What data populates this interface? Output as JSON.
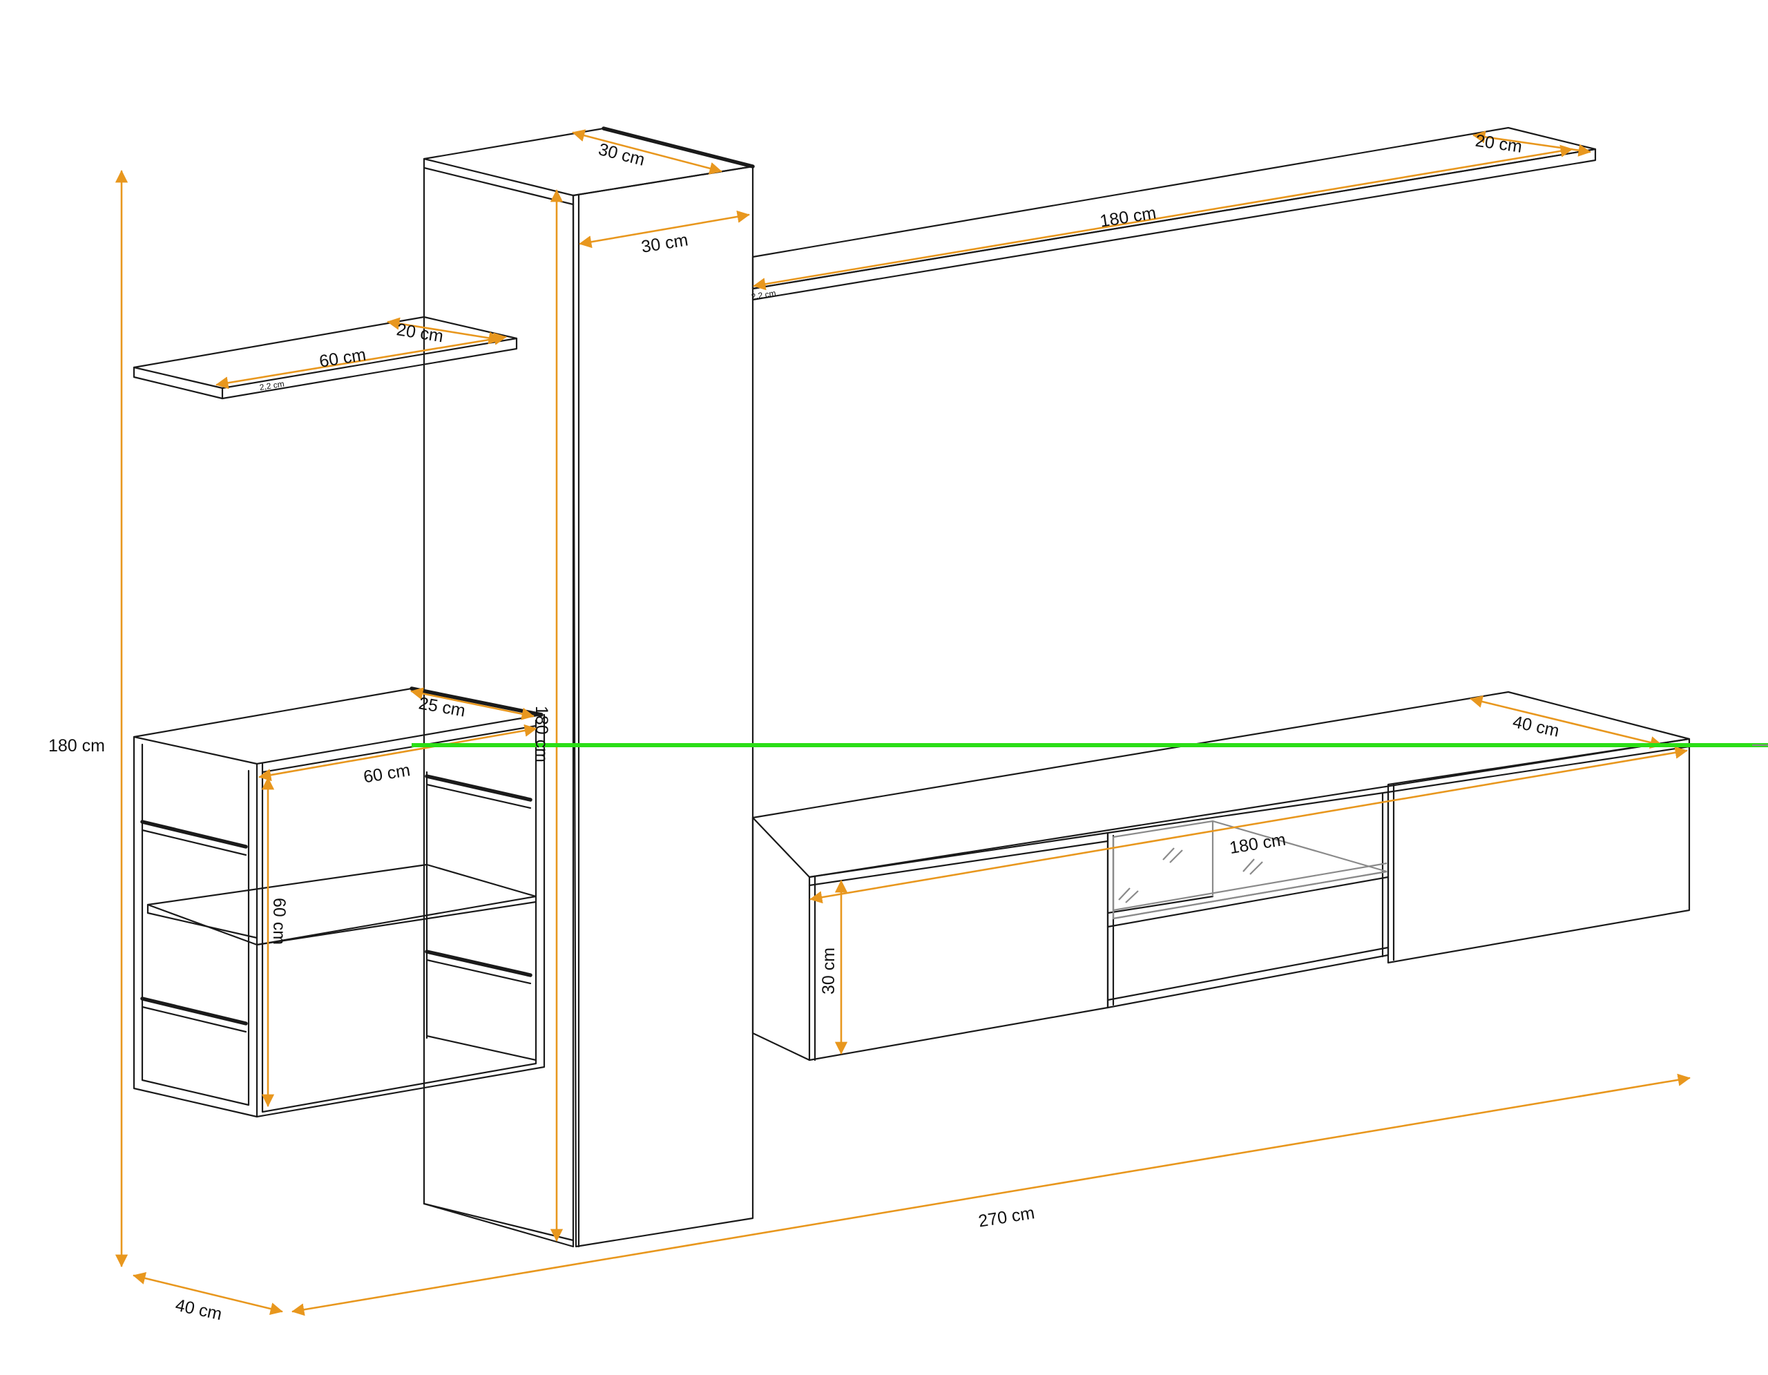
{
  "labels": {
    "height_total": "180 cm",
    "depth_total": "40 cm",
    "width_total": "270 cm",
    "column_top_depth": "30 cm",
    "column_front_width": "30 cm",
    "column_height": "180 cm",
    "top_shelf_length": "180 cm",
    "top_shelf_depth": "20 cm",
    "top_shelf_thickness": "2,2 cm",
    "left_shelf_length": "60 cm",
    "left_shelf_depth": "20 cm",
    "left_shelf_thickness": "2,2 cm",
    "cube_depth": "25 cm",
    "cube_width": "60 cm",
    "cube_height": "60 cm",
    "tv_depth": "40 cm",
    "tv_length": "180 cm",
    "tv_height": "30 cm"
  },
  "colors": {
    "dimension": "#e8971e",
    "outline": "#1a1a1a",
    "glass": "#8a8a8a",
    "highlight_line": "#2bde16"
  }
}
